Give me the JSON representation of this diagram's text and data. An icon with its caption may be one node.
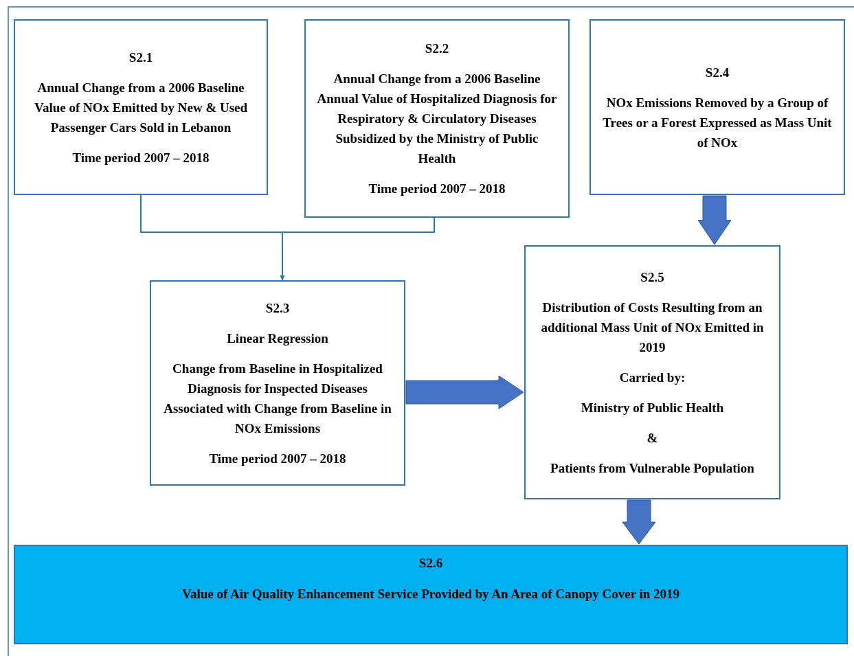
{
  "diagram": {
    "nodes": [
      {
        "text": [
          "S2.1",
          "Annual Change from a 2006 Baseline Value of NOx Emitted by New & Used Passenger Cars Sold in Lebanon",
          "Time period 2007 – 2018"
        ]
      },
      {
        "text": [
          "S2.2",
          "Annual Change from a 2006 Baseline Annual Value of Hospitalized Diagnosis for Respiratory & Circulatory Diseases Subsidized by the Ministry of Public Health",
          "Time period 2007 – 2018"
        ]
      },
      {
        "text": [
          "S2.4",
          "NOx Emissions Removed by a Group of Trees or a Forest Expressed as Mass Unit of NOx"
        ]
      },
      {
        "text": [
          "S2.3",
          "Linear Regression",
          "Change from Baseline in Hospitalized Diagnosis for Inspected Diseases Associated with Change from Baseline in NOx Emissions",
          "Time period 2007 – 2018"
        ]
      },
      {
        "text": [
          "S2.5",
          "Distribution of Costs Resulting from an additional Mass Unit of NOx Emitted in 2019",
          "Carried by:",
          "Ministry of Public Health",
          "&",
          "Patients from Vulnerable Population"
        ]
      },
      {
        "text": [
          "S2.6",
          "Value of Air Quality Enhancement Service Provided by An Area of Canopy Cover in 2019"
        ]
      }
    ],
    "edges": [
      {
        "from": 0,
        "to": 3,
        "arrow": "to"
      },
      {
        "from": 1,
        "to": 3,
        "arrow": "to"
      },
      {
        "from": 2,
        "to": 4,
        "arrow": "to",
        "style": "thick"
      },
      {
        "from": 3,
        "to": 4,
        "arrow": "to",
        "style": "thick"
      },
      {
        "from": 4,
        "to": 5,
        "arrow": "to",
        "style": "thick"
      }
    ]
  }
}
